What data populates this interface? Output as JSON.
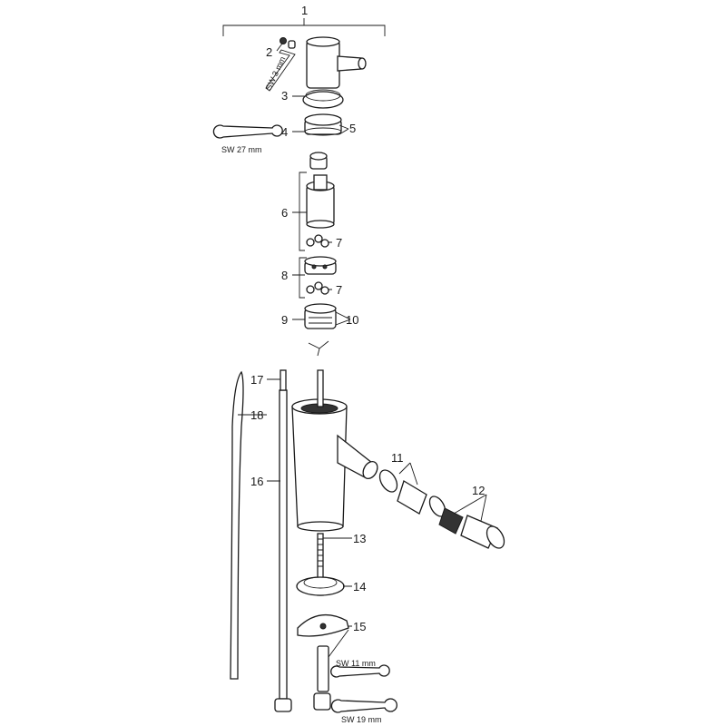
{
  "diagram": {
    "type": "exploded parts diagram",
    "callouts": [
      "1",
      "2",
      "3",
      "4",
      "5",
      "6",
      "7",
      "7",
      "8",
      "9",
      "10",
      "11",
      "12",
      "13",
      "14",
      "15",
      "16",
      "17",
      "18"
    ],
    "tools": {
      "hex_key": "SW 3 mm",
      "wrench_27": "SW 27 mm",
      "wrench_11": "SW 11 mm",
      "wrench_19": "SW 19 mm"
    }
  }
}
